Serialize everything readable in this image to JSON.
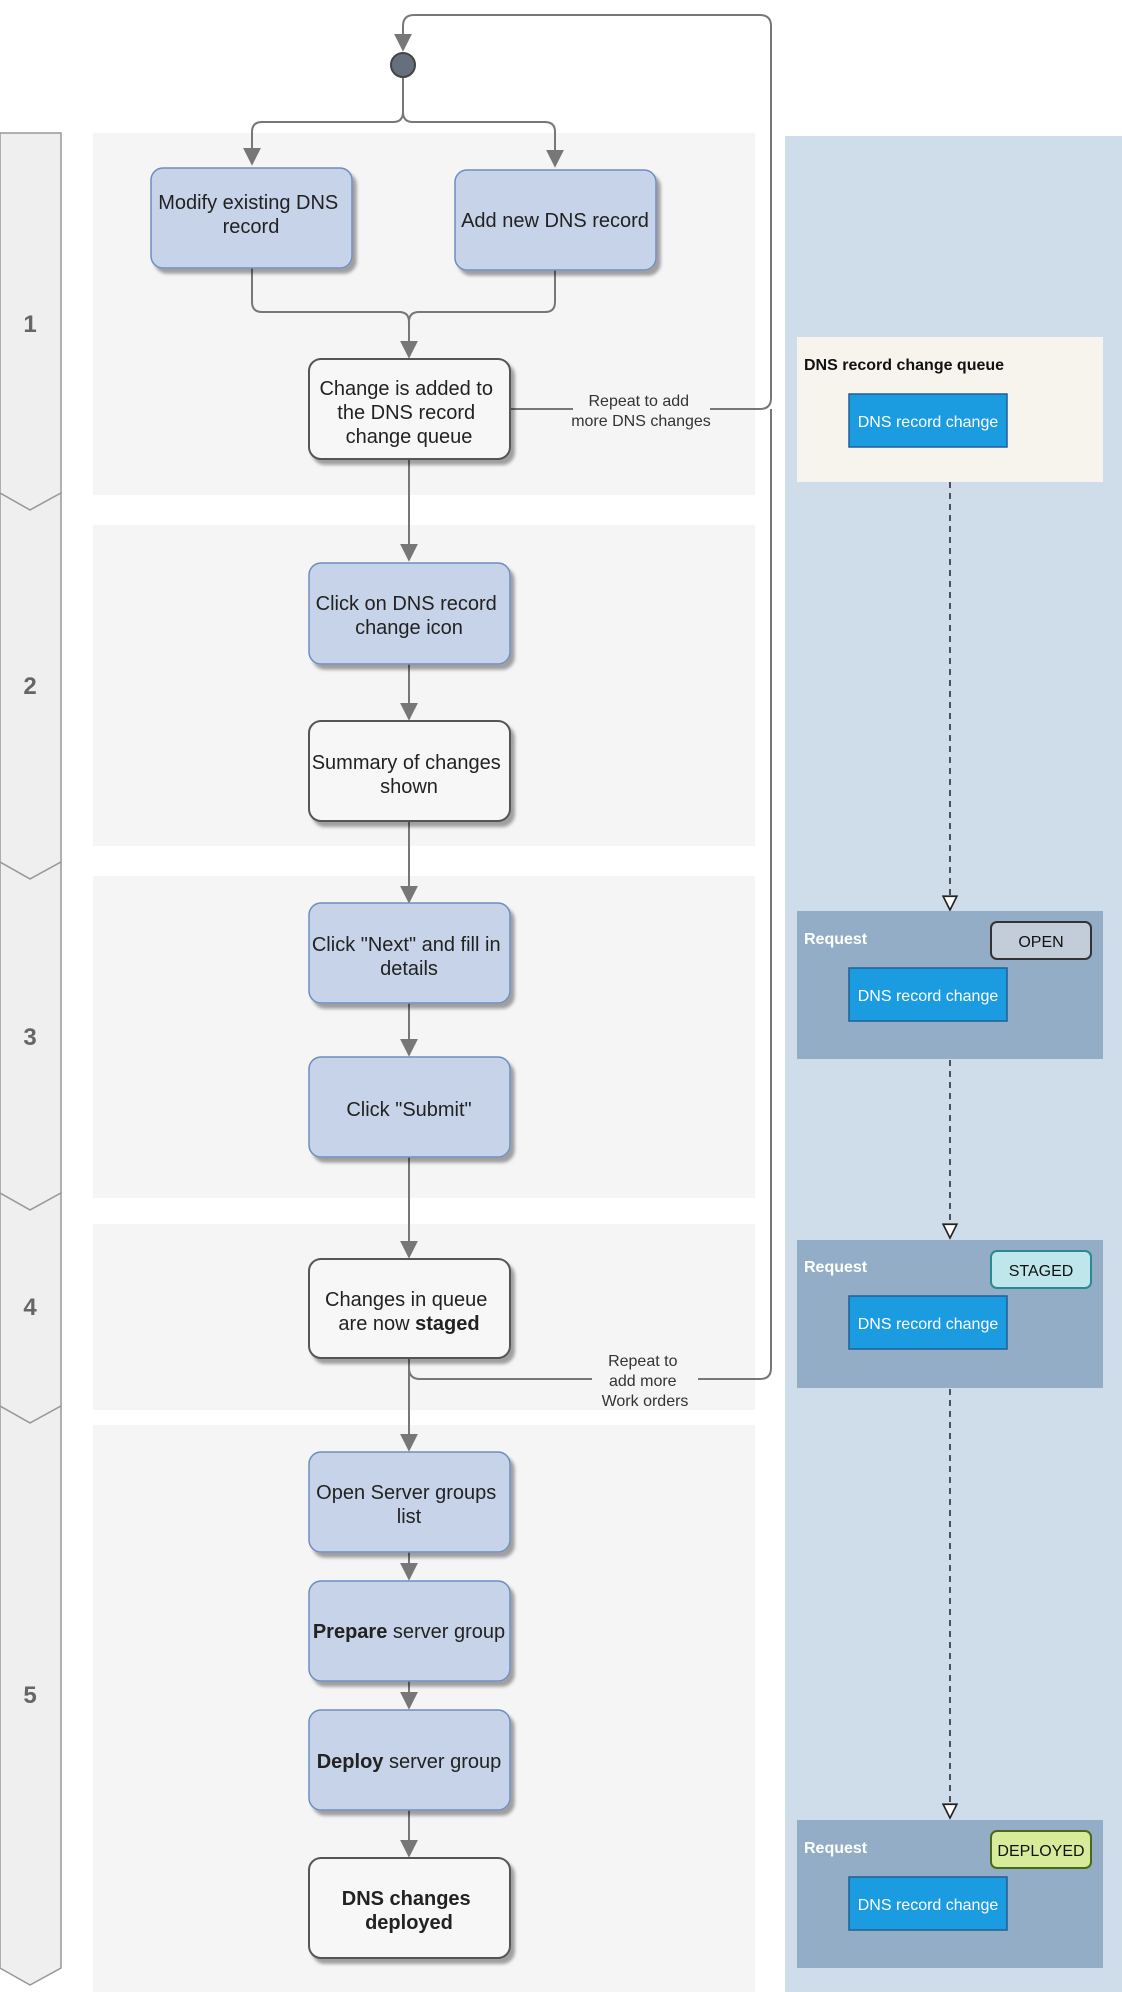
{
  "steps": [
    "1",
    "2",
    "3",
    "4",
    "5"
  ],
  "nodes": {
    "modify_existing": [
      "Modify existing DNS",
      "record"
    ],
    "add_new": [
      "Add new DNS record"
    ],
    "added_to_queue": [
      "Change is added to",
      "the DNS record",
      "change queue"
    ],
    "click_icon": [
      "Click on DNS record",
      "change icon"
    ],
    "summary": [
      "Summary of changes",
      "shown"
    ],
    "click_next": [
      "Click \"Next\" and fill in",
      "details"
    ],
    "click_submit": [
      "Click \"Submit\""
    ],
    "staged": {
      "line1": "Changes in queue",
      "line2_pre": "are now ",
      "line2_bold": "staged"
    },
    "open_server_groups": [
      "Open Server groups",
      "list"
    ],
    "prepare": {
      "bold": "Prepare",
      "rest": " server group"
    },
    "deploy": {
      "bold": "Deploy",
      "rest": " server group"
    },
    "deployed": [
      "DNS changes",
      "deployed"
    ]
  },
  "edge_labels": {
    "repeat_dns": [
      "Repeat to add",
      "more DNS changes"
    ],
    "repeat_work": [
      "Repeat to",
      "add more",
      "Work orders"
    ]
  },
  "right_panel": {
    "queue": {
      "title": "DNS record change queue",
      "chip": "DNS record change"
    },
    "requests": [
      {
        "title": "Request",
        "badge": "OPEN",
        "chip": "DNS record change",
        "badge_color": "#c3ccd9"
      },
      {
        "title": "Request",
        "badge": "STAGED",
        "chip": "DNS record change",
        "badge_color": "#bfe6ea"
      },
      {
        "title": "Request",
        "badge": "DEPLOYED",
        "chip": "DNS record change",
        "badge_color": "#d6ec9a"
      }
    ]
  },
  "colors": {
    "action_fill": "#c7d3e8",
    "action_stroke": "#6d8ebf",
    "state_fill": "#f7f7f7",
    "state_stroke": "#555555",
    "lane_fill": "#f5f5f5",
    "right_panel_fill": "#cfdcea",
    "request_fill": "#94adc7",
    "queue_fill": "#f6f4ec",
    "chip_fill": "#1c9ce0",
    "edge": "#777777"
  }
}
